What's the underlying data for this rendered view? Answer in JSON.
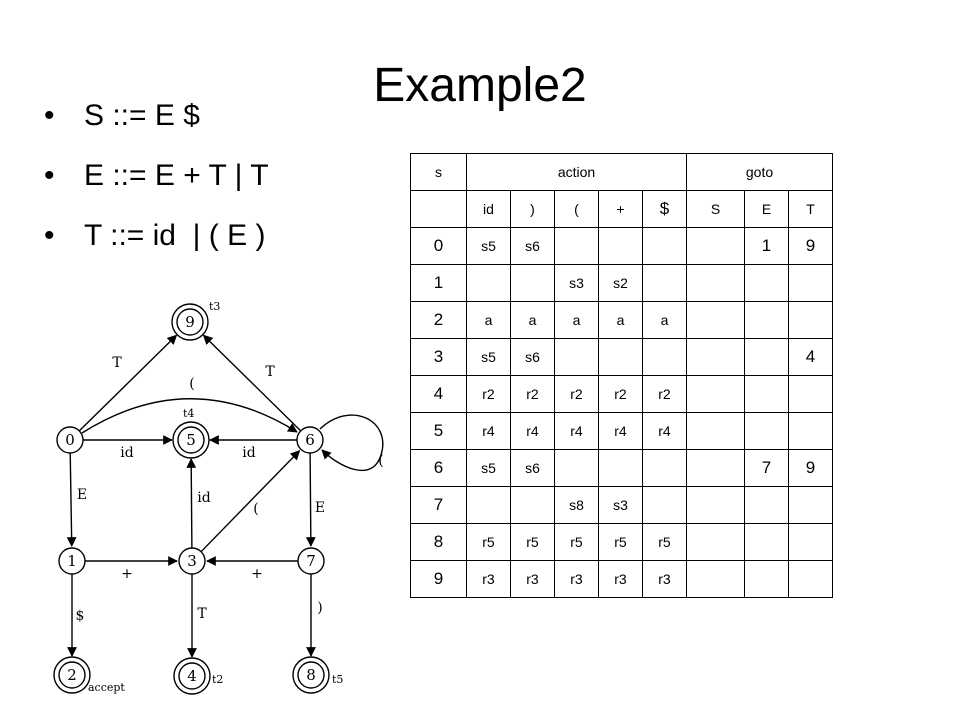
{
  "slide": {
    "title": "Example2",
    "bullets": [
      "S ::= E $",
      "E ::= E + T | T",
      "T ::= id  | ( E )"
    ]
  },
  "diagram": {
    "states": [
      {
        "id": "0",
        "label": "0",
        "double": false,
        "tag": ""
      },
      {
        "id": "1",
        "label": "1",
        "double": false,
        "tag": ""
      },
      {
        "id": "2",
        "label": "2",
        "double": true,
        "tag": "accept"
      },
      {
        "id": "3",
        "label": "3",
        "double": false,
        "tag": ""
      },
      {
        "id": "4",
        "label": "4",
        "double": true,
        "tag": "t2"
      },
      {
        "id": "5",
        "label": "5",
        "double": true,
        "tag": "t4"
      },
      {
        "id": "6",
        "label": "6",
        "double": false,
        "tag": ""
      },
      {
        "id": "7",
        "label": "7",
        "double": false,
        "tag": ""
      },
      {
        "id": "8",
        "label": "8",
        "double": true,
        "tag": "t5"
      },
      {
        "id": "9",
        "label": "9",
        "double": true,
        "tag": "t3"
      }
    ],
    "edge_labels": {
      "e0_9": "T",
      "e6_9": "T",
      "e0_6": "(",
      "e0_5": "id",
      "e6_5": "id",
      "e0_1": "E",
      "e3_5": "id",
      "e3_6": "(",
      "e6_7": "E",
      "e1_3": "+",
      "e7_3": "+",
      "e1_2": "$",
      "e3_4": "T",
      "e7_8": ")",
      "e6_6": "("
    }
  },
  "table": {
    "header1": {
      "state": "s",
      "action": "action",
      "goto": "goto"
    },
    "header2": [
      "id",
      ")",
      "(",
      "+",
      "$",
      "S",
      "E",
      "T"
    ],
    "rows": [
      {
        "state": "0",
        "cells": [
          "s5",
          "s6",
          "",
          "",
          "",
          "",
          "1",
          "9"
        ]
      },
      {
        "state": "1",
        "cells": [
          "",
          "",
          "s3",
          "s2",
          "",
          "",
          "",
          ""
        ]
      },
      {
        "state": "2",
        "cells": [
          "a",
          "a",
          "a",
          "a",
          "a",
          "",
          "",
          ""
        ]
      },
      {
        "state": "3",
        "cells": [
          "s5",
          "s6",
          "",
          "",
          "",
          "",
          "",
          "4"
        ]
      },
      {
        "state": "4",
        "cells": [
          "r2",
          "r2",
          "r2",
          "r2",
          "r2",
          "",
          "",
          ""
        ]
      },
      {
        "state": "5",
        "cells": [
          "r4",
          "r4",
          "r4",
          "r4",
          "r4",
          "",
          "",
          ""
        ]
      },
      {
        "state": "6",
        "cells": [
          "s5",
          "s6",
          "",
          "",
          "",
          "",
          "7",
          "9"
        ]
      },
      {
        "state": "7",
        "cells": [
          "",
          "",
          "s8",
          "s3",
          "",
          "",
          "",
          ""
        ]
      },
      {
        "state": "8",
        "cells": [
          "r5",
          "r5",
          "r5",
          "r5",
          "r5",
          "",
          "",
          ""
        ]
      },
      {
        "state": "9",
        "cells": [
          "r3",
          "r3",
          "r3",
          "r3",
          "r3",
          "",
          "",
          ""
        ]
      }
    ]
  }
}
